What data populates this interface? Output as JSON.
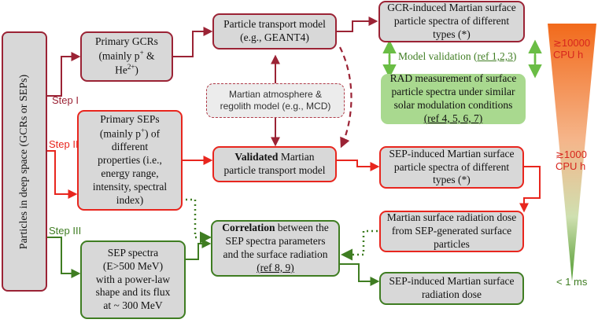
{
  "colors": {
    "dark_red": "#9b2335",
    "red": "#e8261e",
    "green": "#3f7d22",
    "light_green": "#a9d98f",
    "box_gray": "#d8d8d8"
  },
  "left_label": "Particles in deep space (GCRs or SEPs)",
  "steps": {
    "i": "Step I",
    "ii": "Step II",
    "iii": "Step III"
  },
  "boxes": {
    "primary_gcrs": {
      "l1": "Primary GCRs",
      "l2a": "(mainly p",
      "l2sup": "+",
      "l2b": " &",
      "l3a": "He",
      "l3sup": "2+",
      "l3b": ")"
    },
    "transport_model": {
      "l1": "Particle transport model",
      "l2": "(e.g., GEANT4)"
    },
    "gcr_spectra": {
      "l1": "GCR-induced Martian surface",
      "l2": "particle spectra of different",
      "l3": "types (*)"
    },
    "atmosphere_model": {
      "l1": "Martian atmosphere &",
      "l2": "regolith model (e.g., MCD)"
    },
    "rad_measurement": {
      "l1": "RAD measurement of surface",
      "l2": "particle spectra under similar",
      "l3": "solar modulation conditions",
      "l4": "(ref 4, 5, 6, 7)"
    },
    "primary_seps": {
      "l1": "Primary SEPs",
      "l2a": "(mainly p",
      "l2sup": "+",
      "l2b": ") of",
      "l3": "different",
      "l4": "properties (i.e.,",
      "l5": "energy range,",
      "l6": "intensity, spectral",
      "l7": "index)"
    },
    "validated_model": {
      "l1bold": "Validated",
      "l1rest": " Martian",
      "l2": "particle transport model"
    },
    "sep_spectra": {
      "l1": "SEP-induced Martian surface",
      "l2": "particle spectra of different",
      "l3": "types (*)"
    },
    "radiation_dose": {
      "l1": "Martian surface radiation dose",
      "l2": "from SEP-generated surface",
      "l3": "particles"
    },
    "correlation": {
      "l1bold": "Correlation",
      "l1rest": " between the",
      "l2": "SEP spectra parameters",
      "l3": "and the surface radiation",
      "l4": "(ref 8, 9)"
    },
    "sep_spectra_params": {
      "l1": "SEP spectra",
      "l2": "(E>500 MeV)",
      "l3": "with a power-law",
      "l4": "shape and its flux",
      "l5": "at ~ 300 MeV"
    },
    "sep_dose": {
      "l1": "SEP-induced Martian surface",
      "l2": "radiation dose"
    }
  },
  "model_validation": {
    "label": "Model validation (",
    "ref": "ref 1,2,3",
    "close": ")"
  },
  "cpu": {
    "t1a": "≳10000",
    "t1b": "CPU h",
    "t2a": "≳1000",
    "t2b": "CPU h",
    "t3": "< 1 ms"
  }
}
